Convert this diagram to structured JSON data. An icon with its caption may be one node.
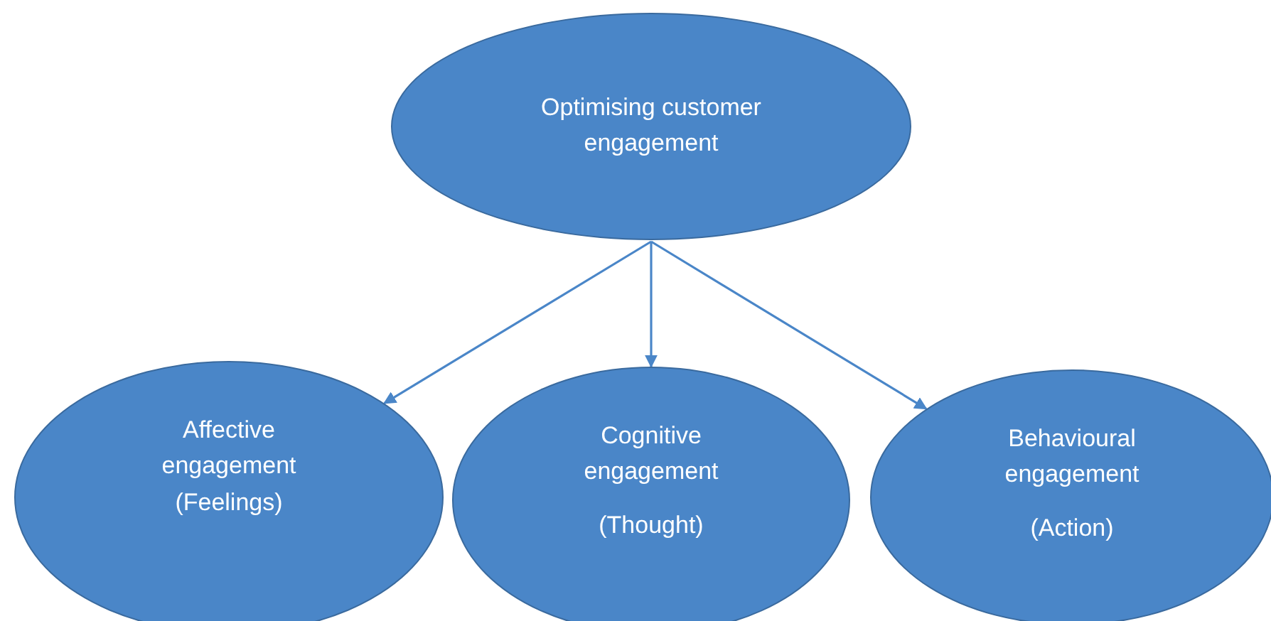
{
  "diagram": {
    "nodes": [
      {
        "text": [
          "Optimising customer engagement"
        ]
      },
      {
        "text": [
          "Affective engagement",
          "(Feelings)"
        ]
      },
      {
        "text": [
          "Cognitive engagement",
          "(Thought)"
        ]
      },
      {
        "text": [
          "Behavioural engagement",
          "(Action)"
        ]
      }
    ],
    "edges": [
      {
        "from": 0,
        "to": 1,
        "arrow": "to"
      },
      {
        "from": 0,
        "to": 2,
        "arrow": "to"
      },
      {
        "from": 0,
        "to": 3,
        "arrow": "to"
      }
    ]
  }
}
